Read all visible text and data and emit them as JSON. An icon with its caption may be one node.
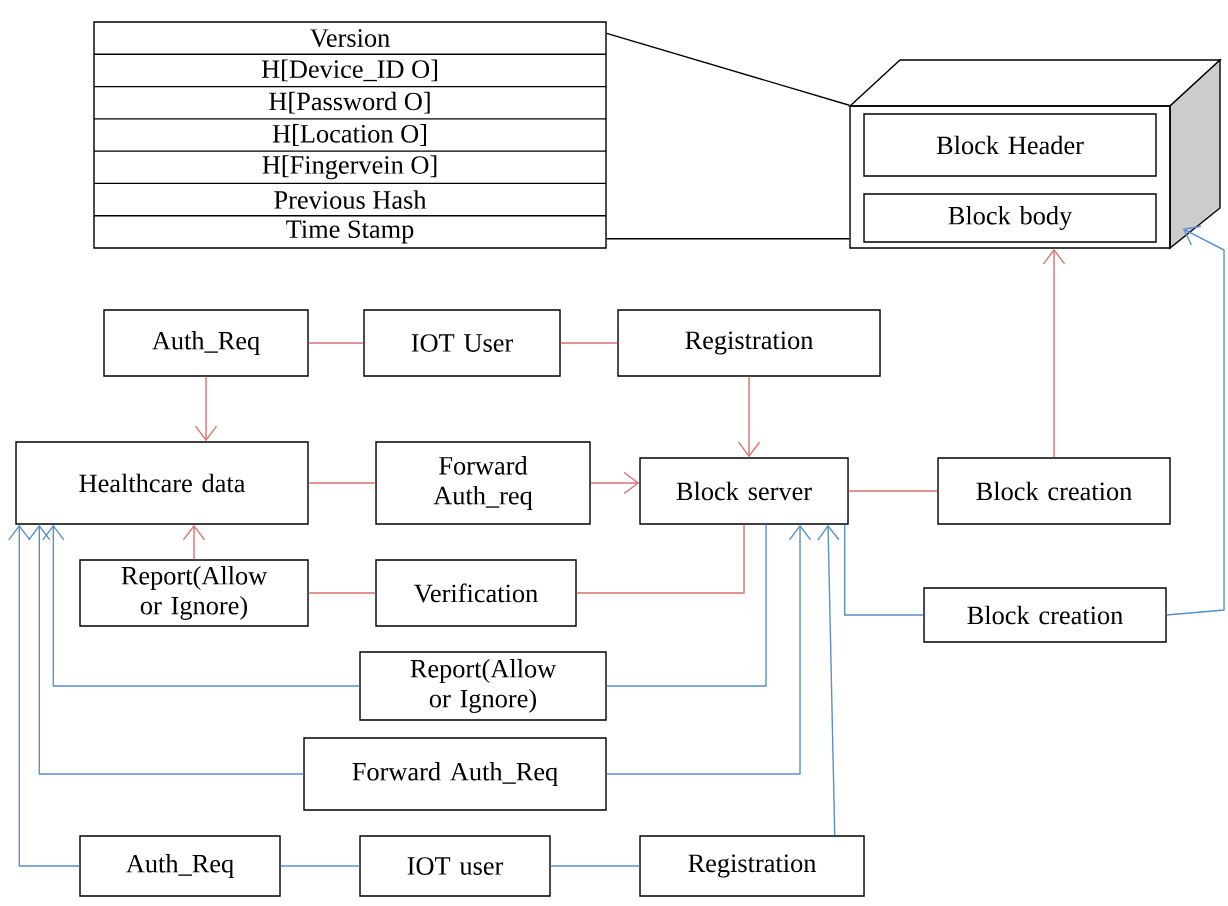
{
  "diagram": {
    "nodes": [
      {
        "text": [
          "Version",
          "H[Device_ID O]",
          "H[Password O]",
          "H[Location O]",
          "H[Fingervein O]",
          "Previous Hash",
          "Time Stamp"
        ]
      },
      {
        "text": [],
        "shape": "box"
      },
      {
        "text": [
          "Block Header"
        ],
        "in": 1
      },
      {
        "text": [
          "Block body"
        ],
        "in": 1
      },
      {
        "text": [
          "Auth_Req"
        ]
      },
      {
        "text": [
          "IOT User"
        ]
      },
      {
        "text": [
          "Registration"
        ]
      },
      {
        "text": [
          "Healthcare data"
        ]
      },
      {
        "text": [
          "Forward Auth_req"
        ]
      },
      {
        "text": [
          "Block server"
        ]
      },
      {
        "text": [
          "Block creation"
        ]
      },
      {
        "text": [
          "Report(Allow or Ignore)"
        ]
      },
      {
        "text": [
          "Verification"
        ]
      },
      {
        "text": [
          "Block creation"
        ]
      },
      {
        "text": [
          "Report(Allow or Ignore)"
        ]
      },
      {
        "text": [
          "Forward Auth_Req"
        ]
      },
      {
        "text": [
          "Auth_Req"
        ]
      },
      {
        "text": [
          "IOT user"
        ]
      },
      {
        "text": [
          "Registration"
        ]
      }
    ],
    "edges": [
      {
        "from": 4,
        "to": 5,
        "arrow": "none",
        "color": "#d9716e"
      },
      {
        "from": 5,
        "to": 6,
        "arrow": "none",
        "color": "#d9716e"
      },
      {
        "from": 4,
        "to": 7,
        "arrow": "to",
        "color": "#d9716e"
      },
      {
        "from": 6,
        "to": 9,
        "arrow": "to",
        "color": "#d9716e"
      },
      {
        "from": 7,
        "to": 8,
        "arrow": "none",
        "color": "#d9716e"
      },
      {
        "from": 8,
        "to": 9,
        "arrow": "to",
        "color": "#d9716e"
      },
      {
        "from": 9,
        "to": 10,
        "arrow": "none",
        "color": "#d9716e"
      },
      {
        "from": 10,
        "to": 1,
        "arrow": "to",
        "color": "#d9716e"
      },
      {
        "from": 11,
        "to": 7,
        "arrow": "to",
        "color": "#d9716e"
      },
      {
        "from": 11,
        "to": 12,
        "arrow": "none",
        "color": "#d9716e"
      },
      {
        "from": 12,
        "to": 9,
        "arrow": "none",
        "color": "#d9716e"
      },
      {
        "from": 9,
        "to": 14,
        "arrow": "none",
        "color": "#5b8fd0"
      },
      {
        "from": 14,
        "to": 7,
        "arrow": "to",
        "color": "#5b8fd0"
      },
      {
        "from": 15,
        "to": 9,
        "arrow": "to",
        "color": "#5b8fd0"
      },
      {
        "from": 15,
        "to": 7,
        "arrow": "to",
        "color": "#5b8fd0"
      },
      {
        "from": 18,
        "to": 9,
        "arrow": "to",
        "color": "#5b8fd0"
      },
      {
        "from": 16,
        "to": 7,
        "arrow": "to",
        "color": "#5b8fd0"
      },
      {
        "from": 16,
        "to": 17,
        "arrow": "none",
        "color": "#5b8fd0"
      },
      {
        "from": 17,
        "to": 18,
        "arrow": "none",
        "color": "#5b8fd0"
      },
      {
        "from": 13,
        "to": 9,
        "arrow": "none",
        "color": "#5b8fd0"
      },
      {
        "from": 13,
        "to": 1,
        "arrow": "to",
        "color": "#5b8fd0"
      },
      {
        "from": 0,
        "to": 1,
        "arrow": "none",
        "color": "#000000"
      },
      {
        "from": 0,
        "to": 1,
        "arrow": "none",
        "color": "#000000"
      }
    ]
  }
}
